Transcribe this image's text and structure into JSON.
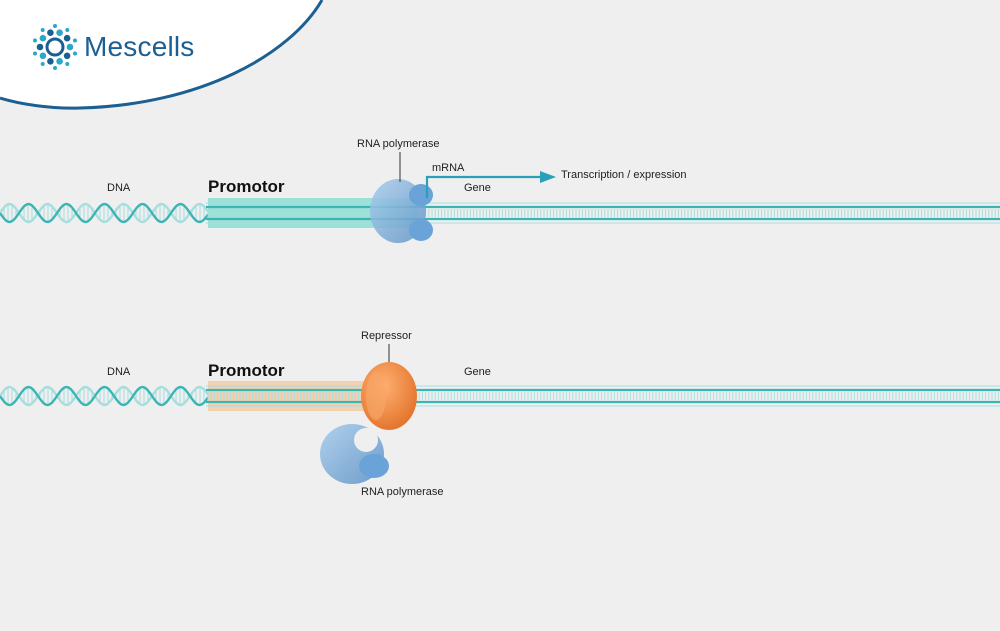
{
  "brand": {
    "name": "Mescells",
    "logo_icon": "mescells-logo-icon",
    "color": "#1c5f92",
    "arc_color": "#1c5f92"
  },
  "colors": {
    "background": "#efefef",
    "dna": "#3bb5b3",
    "dna_light": "#a6dedd",
    "promoter_active": "#6fd8c9",
    "promoter_repressed": "#f3c9a4",
    "rna_polymerase": "#7fb0dc",
    "repressor": "#f28a3b",
    "mrna_arrow": "#2a9fb8"
  },
  "panel_active": {
    "dna_label": "DNA",
    "promoter_label": "Promotor",
    "polymerase_label": "RNA polymerase",
    "mrna_label": "mRNA",
    "gene_label": "Gene",
    "expression_label": "Transcription / expression"
  },
  "panel_repressed": {
    "dna_label": "DNA",
    "promoter_label": "Promotor",
    "repressor_label": "Repressor",
    "gene_label": "Gene",
    "polymerase_label": "RNA polymerase"
  }
}
